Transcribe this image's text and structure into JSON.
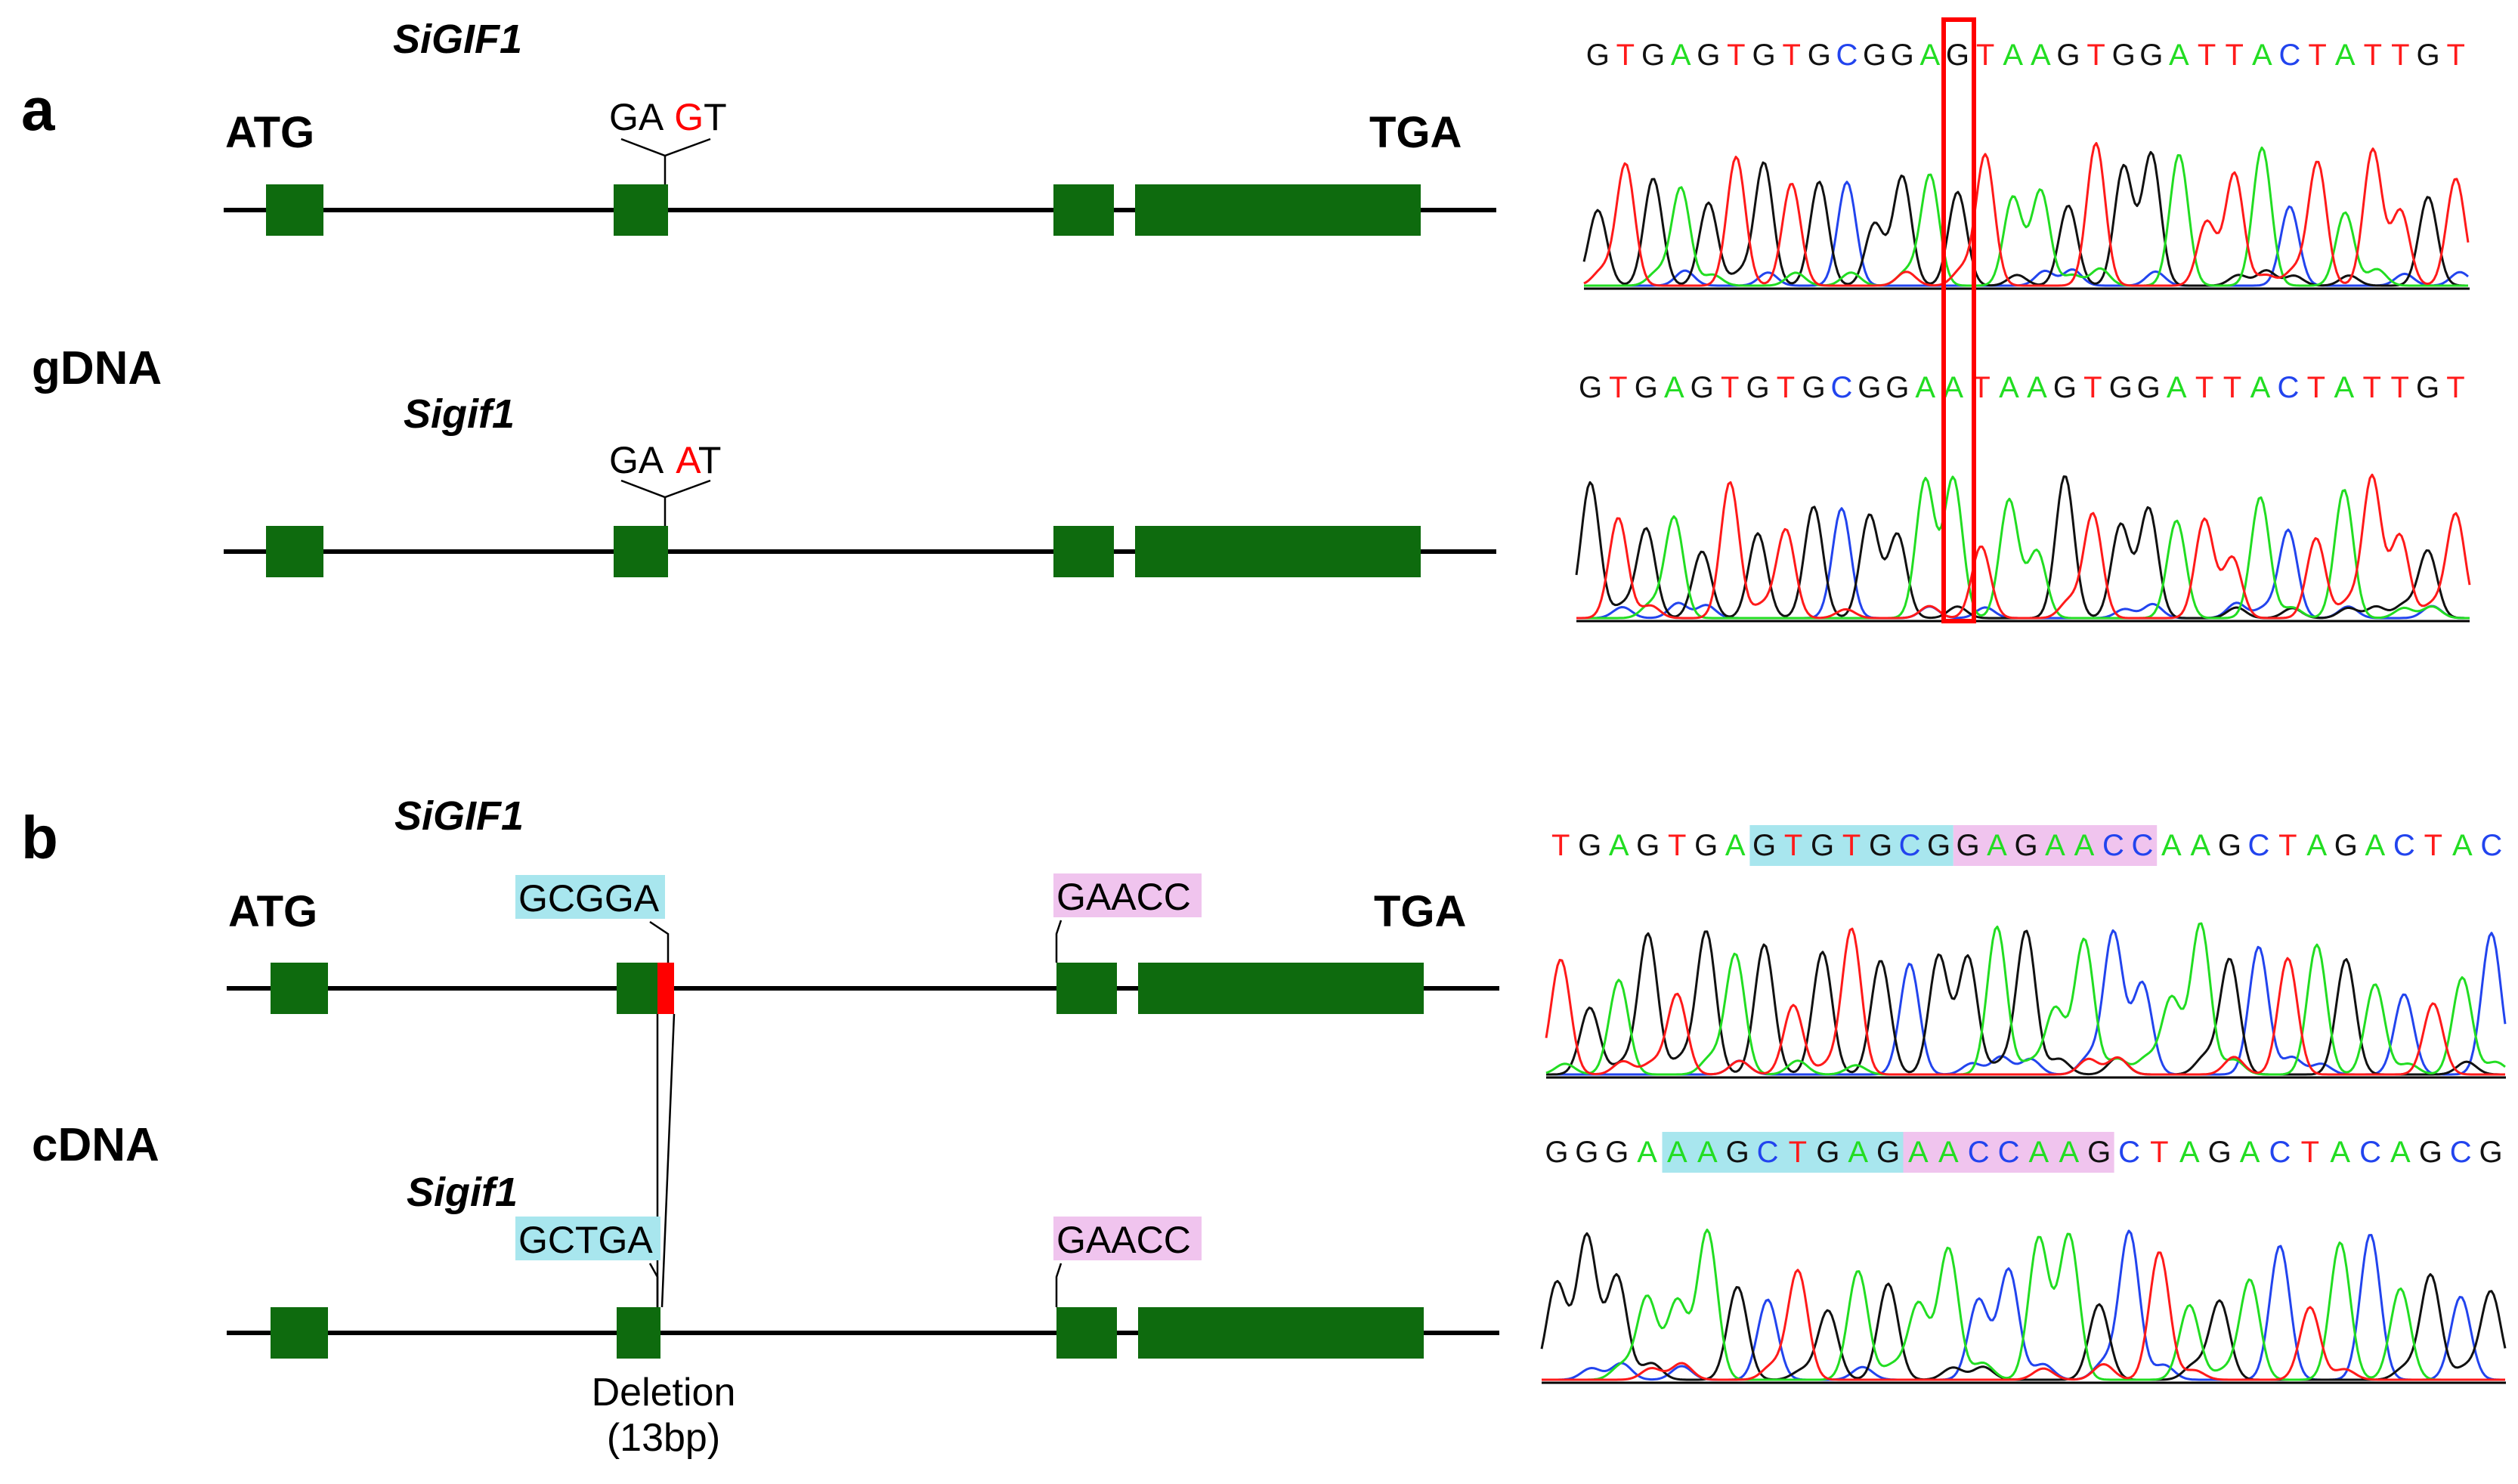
{
  "panels": {
    "a": {
      "letter": "a",
      "row_label": "gDNA"
    },
    "b": {
      "letter": "b",
      "row_label": "cDNA"
    }
  },
  "genes": {
    "a_top": {
      "name": "SiGIF1",
      "start": "ATG",
      "stop": "TGA",
      "site": [
        "GA",
        "G",
        "T"
      ]
    },
    "a_bottom": {
      "name": "Sigif1",
      "site": [
        "GA",
        "A",
        "T"
      ]
    },
    "b_top": {
      "name": "SiGIF1",
      "start": "ATG",
      "stop": "TGA",
      "box1": "GCGGA",
      "box2": "GAACC"
    },
    "b_bottom": {
      "name": "Sigif1",
      "box1": "GCTGA",
      "box2": "GAACC"
    }
  },
  "deletion": {
    "line1": "Deletion",
    "line2": "(13bp)"
  },
  "sequences": {
    "a_top": "GTGAGTGTGCGGAGTAAGTGGATTACTATTGT",
    "a_bottom": "GTGAGTGTGCGGAATAAGTGGATTACTATTGT",
    "b_top": "TGAGTGAGTGTGCGGAGAACCAAGCTAGACTAC",
    "b_bottom": "GGGAAAGCTGAGAACCAAGCTAGACTACAGCG"
  },
  "colors": {
    "exon": "#0e6b0e",
    "mutation": "#ff0000",
    "cyan_highlight": "#a8e6ee",
    "pink_highlight": "#f0c4ee",
    "base_A": "#22dd22",
    "base_T": "#ff1a1a",
    "base_G": "#111111",
    "base_C": "#2244ee"
  }
}
